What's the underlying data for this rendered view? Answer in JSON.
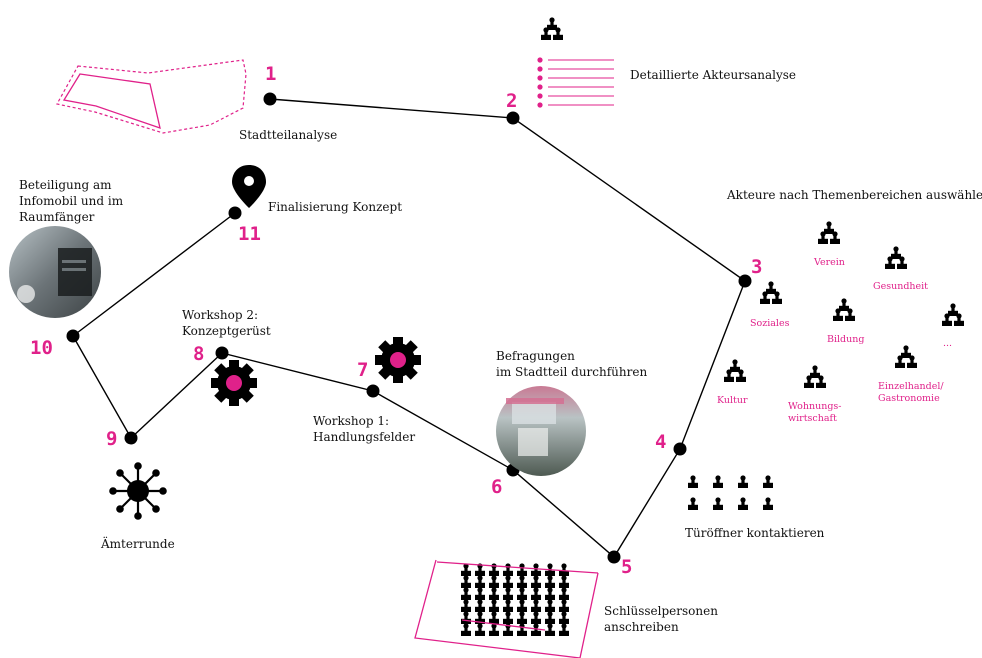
{
  "colors": {
    "accent": "#e0218a",
    "line": "#000000",
    "text": "#111111"
  },
  "steps": [
    {
      "num": "1",
      "label": "Stadtteilanalyse"
    },
    {
      "num": "2",
      "label": "Detaillierte Akteursanalyse"
    },
    {
      "num": "3",
      "label": "Akteure nach Themenbereichen auswählen"
    },
    {
      "num": "4",
      "label": "Türöffner kontaktieren"
    },
    {
      "num": "5",
      "label": "Schlüsselpersonen anschreiben",
      "label_lines": [
        "Schlüsselpersonen",
        "anschreiben"
      ]
    },
    {
      "num": "6",
      "label": "Befragungen im Stadtteil durchführen",
      "label_lines": [
        "Befragungen",
        "im Stadtteil durchführen"
      ]
    },
    {
      "num": "7",
      "label": "Workshop 1: Handlungsfelder",
      "label_lines": [
        "Workshop 1:",
        "Handlungsfelder"
      ]
    },
    {
      "num": "8",
      "label": "Workshop 2: Konzeptgerüst",
      "label_lines": [
        "Workshop 2:",
        "Konzeptgerüst"
      ]
    },
    {
      "num": "9",
      "label": "Ämterrunde"
    },
    {
      "num": "10",
      "label": "Beteiligung am Infomobil und im Raumfänger",
      "label_lines": [
        "Beteiligung am",
        "Infomobil und im",
        "Raumfänger"
      ]
    },
    {
      "num": "11",
      "label": "Finalisierung Konzept"
    }
  ],
  "themes": {
    "verein": "Verein",
    "gesundheit": "Gesundheit",
    "soziales": "Soziales",
    "bildung": "Bildung",
    "ellipsis": "...",
    "kultur": "Kultur",
    "wohnungswirtschaft_lines": [
      "Wohnungs-",
      "wirtschaft"
    ],
    "einzelhandel_lines": [
      "Einzelhandel/",
      "Gastronomie"
    ]
  },
  "icons": {
    "group": "people-group-icon",
    "list": "list-icon",
    "pin": "location-pin-icon",
    "gear": "gear-icon",
    "network": "network-icon",
    "area": "area-outline-icon"
  }
}
